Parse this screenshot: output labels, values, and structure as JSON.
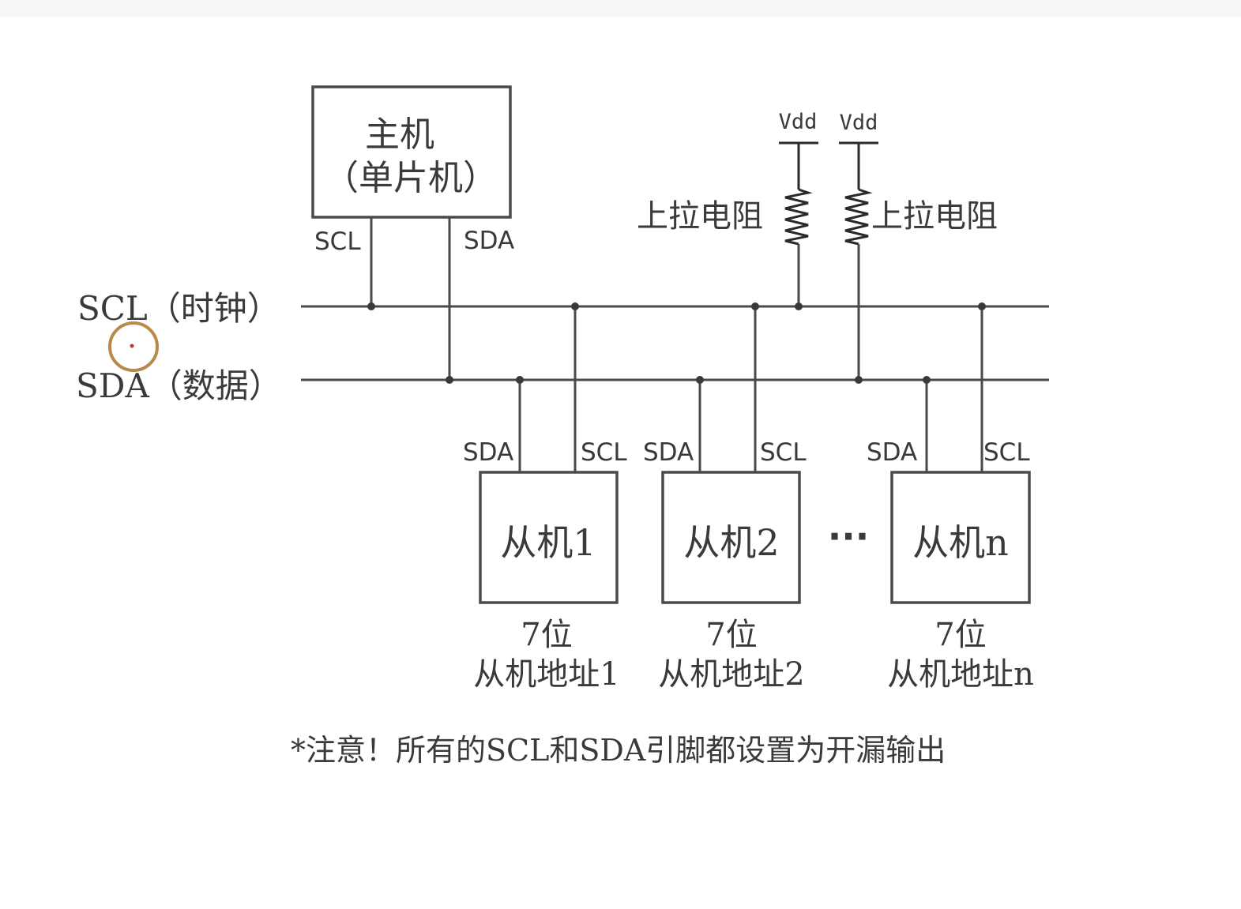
{
  "bus": {
    "scl_label": "SCL（时钟）",
    "sda_label": "SDA（数据）"
  },
  "master": {
    "title": "主机",
    "subtitle": "（单片机）",
    "scl_pin": "SCL",
    "sda_pin": "SDA"
  },
  "pullups": [
    {
      "vdd": "Vdd",
      "label": "上拉电阻"
    },
    {
      "vdd": "Vdd",
      "label": "上拉电阻"
    }
  ],
  "slaves": [
    {
      "name": "从机1",
      "sda_pin": "SDA",
      "scl_pin": "SCL",
      "addr_line1": "7位",
      "addr_line2": "从机地址1"
    },
    {
      "name": "从机2",
      "sda_pin": "SDA",
      "scl_pin": "SCL",
      "addr_line1": "7位",
      "addr_line2": "从机地址2"
    },
    {
      "name": "从机n",
      "sda_pin": "SDA",
      "scl_pin": "SCL",
      "addr_line1": "7位",
      "addr_line2": "从机地址n"
    }
  ],
  "ellipsis": "···",
  "note": "*注意！所有的SCL和SDA引脚都设置为开漏输出",
  "colors": {
    "line": "#4a4a4a",
    "text": "#3a3a3a",
    "cursor_ring": "#b8894a",
    "cursor_dot": "#c0392b"
  }
}
